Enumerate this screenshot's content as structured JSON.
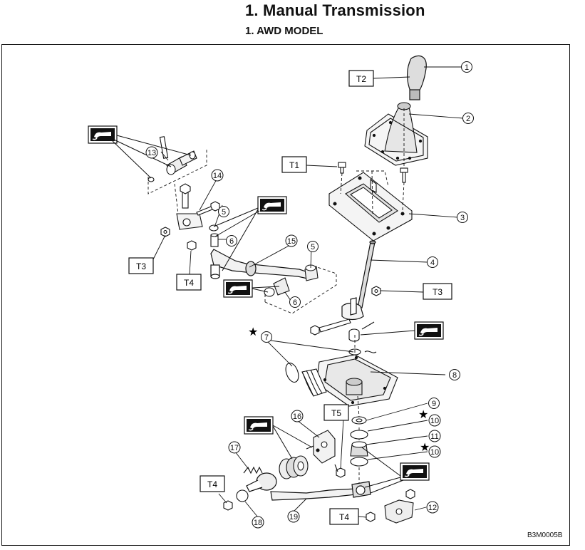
{
  "header": {
    "title": "1.  Manual Transmission",
    "subtitle": "1.  AWD MODEL"
  },
  "diagram_code": "B3M0005B",
  "star_symbol": "★",
  "torque_labels": {
    "t1": "T1",
    "t2": "T2",
    "t3a": "T3",
    "t3b": "T3",
    "t4a": "T4",
    "t4b": "T4",
    "t4c": "T4",
    "t5": "T5"
  },
  "callouts": {
    "c1": "1",
    "c2": "2",
    "c3": "3",
    "c4": "4",
    "c5a": "5",
    "c5b": "5",
    "c6a": "6",
    "c6b": "6",
    "c7": "7",
    "c8": "8",
    "c9": "9",
    "c10a": "10",
    "c10b": "10",
    "c11": "11",
    "c12": "12",
    "c13": "13",
    "c14": "14",
    "c15": "15",
    "c16": "16",
    "c17": "17",
    "c18": "18",
    "c19": "19"
  },
  "grease_icon": "grease-gun-icon"
}
